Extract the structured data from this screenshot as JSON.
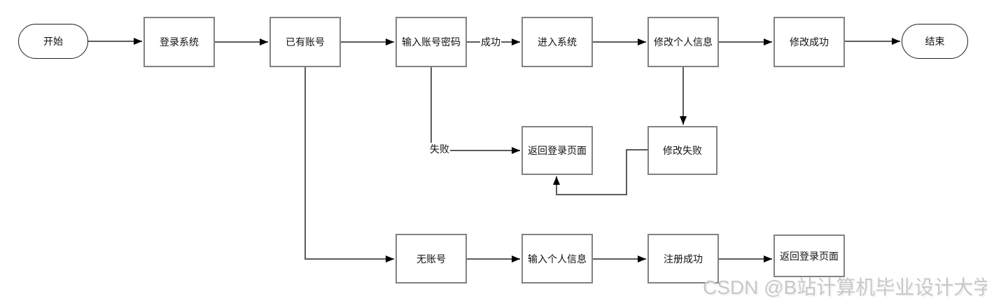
{
  "diagram": {
    "title_hint": "login-register-flowchart",
    "nodes": {
      "start": "开始",
      "login_system": "登录系统",
      "has_account": "已有账号",
      "input_credentials": "输入账号密码",
      "enter_system": "进入系统",
      "modify_profile": "修改个人信息",
      "modify_success": "修改成功",
      "end": "结束",
      "back_to_login_mid": "返回登录页面",
      "modify_fail": "修改失败",
      "no_account": "无账号",
      "input_profile": "输入个人信息",
      "register_success": "注册成功",
      "back_to_login_bottom": "返回登录页面"
    },
    "edge_labels": {
      "success": "成功",
      "fail": "失败"
    },
    "colors": {
      "node_border": "#828282",
      "stadium_border": "#1f1f1f",
      "edge_line": "#5b5b5b",
      "arrowhead": "#000000",
      "node_text": "#111111",
      "watermark_text": "#c8c8c8"
    }
  },
  "watermark": {
    "text": "CSDN @B站计算机毕业设计大学"
  }
}
